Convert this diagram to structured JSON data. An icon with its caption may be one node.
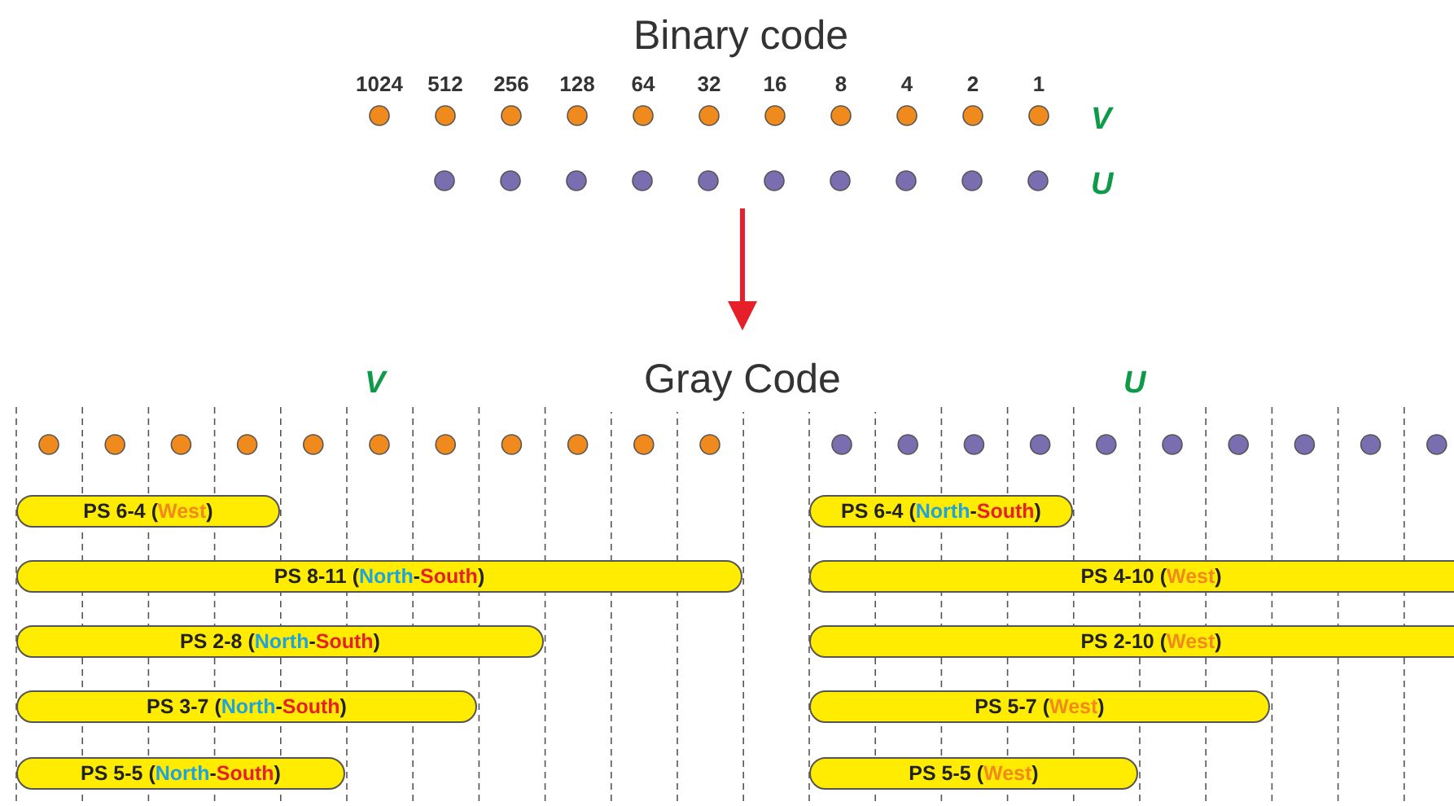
{
  "diagram": {
    "title": "Binary code",
    "nodes": [
      {
        "text": [
          "PS 6-4 (West)"
        ]
      },
      {
        "text": [
          "PS 8-11 (North-South)"
        ]
      },
      {
        "text": [
          "PS 2-8 (North-South)"
        ]
      },
      {
        "text": [
          "PS 3-7 (North-South)"
        ]
      },
      {
        "text": [
          "PS 5-5 (North-South)"
        ]
      },
      {
        "text": [
          "PS 6-4 (North-South)"
        ]
      },
      {
        "text": [
          "PS 4-10 (West)"
        ]
      },
      {
        "text": [
          "PS 2-10 (West)"
        ]
      },
      {
        "text": [
          "PS 5-7 (West)"
        ]
      },
      {
        "text": [
          "PS 5-5 (West)"
        ]
      }
    ],
    "labels": [
      "1024",
      "512",
      "256",
      "128",
      "64",
      "32",
      "16",
      "8",
      "4",
      "2",
      "1",
      "V",
      "U",
      "Gray Code",
      "V",
      "U"
    ]
  }
}
